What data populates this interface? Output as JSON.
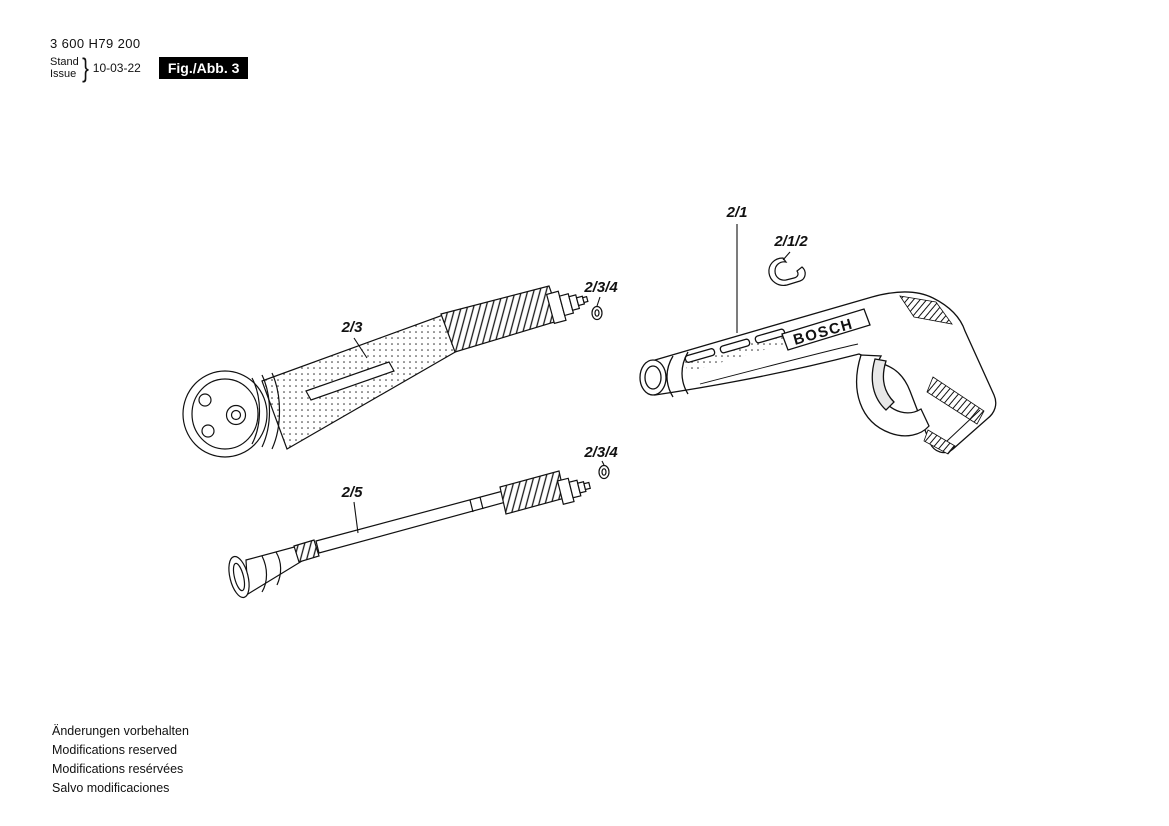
{
  "header": {
    "part_number": "3 600 H79 200",
    "stand": "Stand",
    "issue": "Issue",
    "brace": "}",
    "date": "10-03-22",
    "figure": "Fig./Abb. 3"
  },
  "diagram": {
    "brand": "BOSCH",
    "line_color": "#111111"
  },
  "labels": [
    {
      "text": "2/1"
    },
    {
      "text": "2/1/2"
    },
    {
      "text": "2/3/4"
    },
    {
      "text": "2/3"
    },
    {
      "text": "2/3/4"
    },
    {
      "text": "2/5"
    }
  ],
  "footer": {
    "line1": "Änderungen vorbehalten",
    "line2": "Modifications reserved",
    "line3": "Modifications resérvées",
    "line4": "Salvo modificaciones"
  }
}
